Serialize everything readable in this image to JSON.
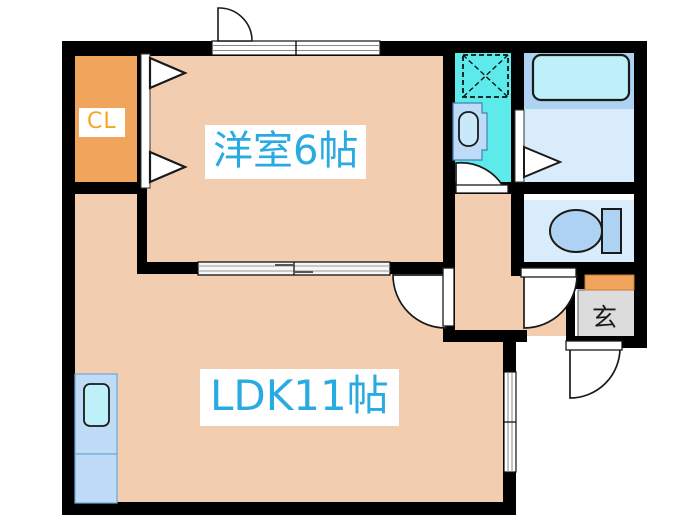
{
  "plan": {
    "title": "間取り図",
    "rooms": [
      {
        "id": "bedroom",
        "label": "洋室6帖",
        "type": "western-room",
        "size_jo": 6,
        "floor_color": "#f2cdb0"
      },
      {
        "id": "ldk",
        "label": "LDK11帖",
        "type": "living-dining-kitchen",
        "size_jo": 11,
        "floor_color": "#f2cdb0"
      },
      {
        "id": "closet",
        "label": "CL",
        "type": "closet",
        "floor_color": "#f0a45c"
      },
      {
        "id": "genkan",
        "label": "玄",
        "type": "entrance",
        "floor_color": "#dcdcdc"
      },
      {
        "id": "washroom",
        "label": "",
        "type": "washroom-laundry",
        "floor_color": "#5ceaea"
      },
      {
        "id": "bathroom",
        "label": "",
        "type": "bathroom",
        "floor_color": "#d9ecfb"
      },
      {
        "id": "toilet",
        "label": "",
        "type": "toilet",
        "floor_color": "#d9ecfb"
      },
      {
        "id": "hallway",
        "label": "",
        "type": "hallway",
        "floor_color": "#f2cdb0"
      }
    ],
    "fixtures": [
      {
        "id": "bathtub",
        "name": "bathtub"
      },
      {
        "id": "toilet-bowl",
        "name": "toilet"
      },
      {
        "id": "wash-basin",
        "name": "wash-basin"
      },
      {
        "id": "washer-space",
        "name": "washing-machine-space"
      },
      {
        "id": "kitchen-sink",
        "name": "kitchen-sink"
      },
      {
        "id": "kitchen-counter",
        "name": "kitchen-counter"
      },
      {
        "id": "shoe-box",
        "name": "shoe-box"
      }
    ],
    "openings": [
      {
        "id": "balcony-window",
        "name": "sliding-window-north"
      },
      {
        "id": "bedroom-partition",
        "name": "sliding-door-bedroom-ldk"
      },
      {
        "id": "ldk-east-window",
        "name": "window-east"
      },
      {
        "id": "entry-door",
        "name": "entrance-door"
      },
      {
        "id": "ldk-hall-door",
        "name": "door-ldk-hallway"
      },
      {
        "id": "toilet-door",
        "name": "door-toilet"
      },
      {
        "id": "washroom-door",
        "name": "door-washroom"
      },
      {
        "id": "bath-door",
        "name": "door-bathroom"
      },
      {
        "id": "closet-doors",
        "name": "folding-closet-doors"
      },
      {
        "id": "north-swing-door",
        "name": "door-north-swing"
      }
    ],
    "colors": {
      "wall": "#000000",
      "floor_main": "#f2cdb0",
      "floor_closet": "#f0a45c",
      "floor_wet": "#5ceaea",
      "floor_bath": "#d9ecfb",
      "floor_genkan": "#dcdcdc",
      "label_text": "#29abe2",
      "closet_text": "#f5a623",
      "fixture_blue": "#aed3f2",
      "fixture_light": "#c9e9fb"
    }
  }
}
